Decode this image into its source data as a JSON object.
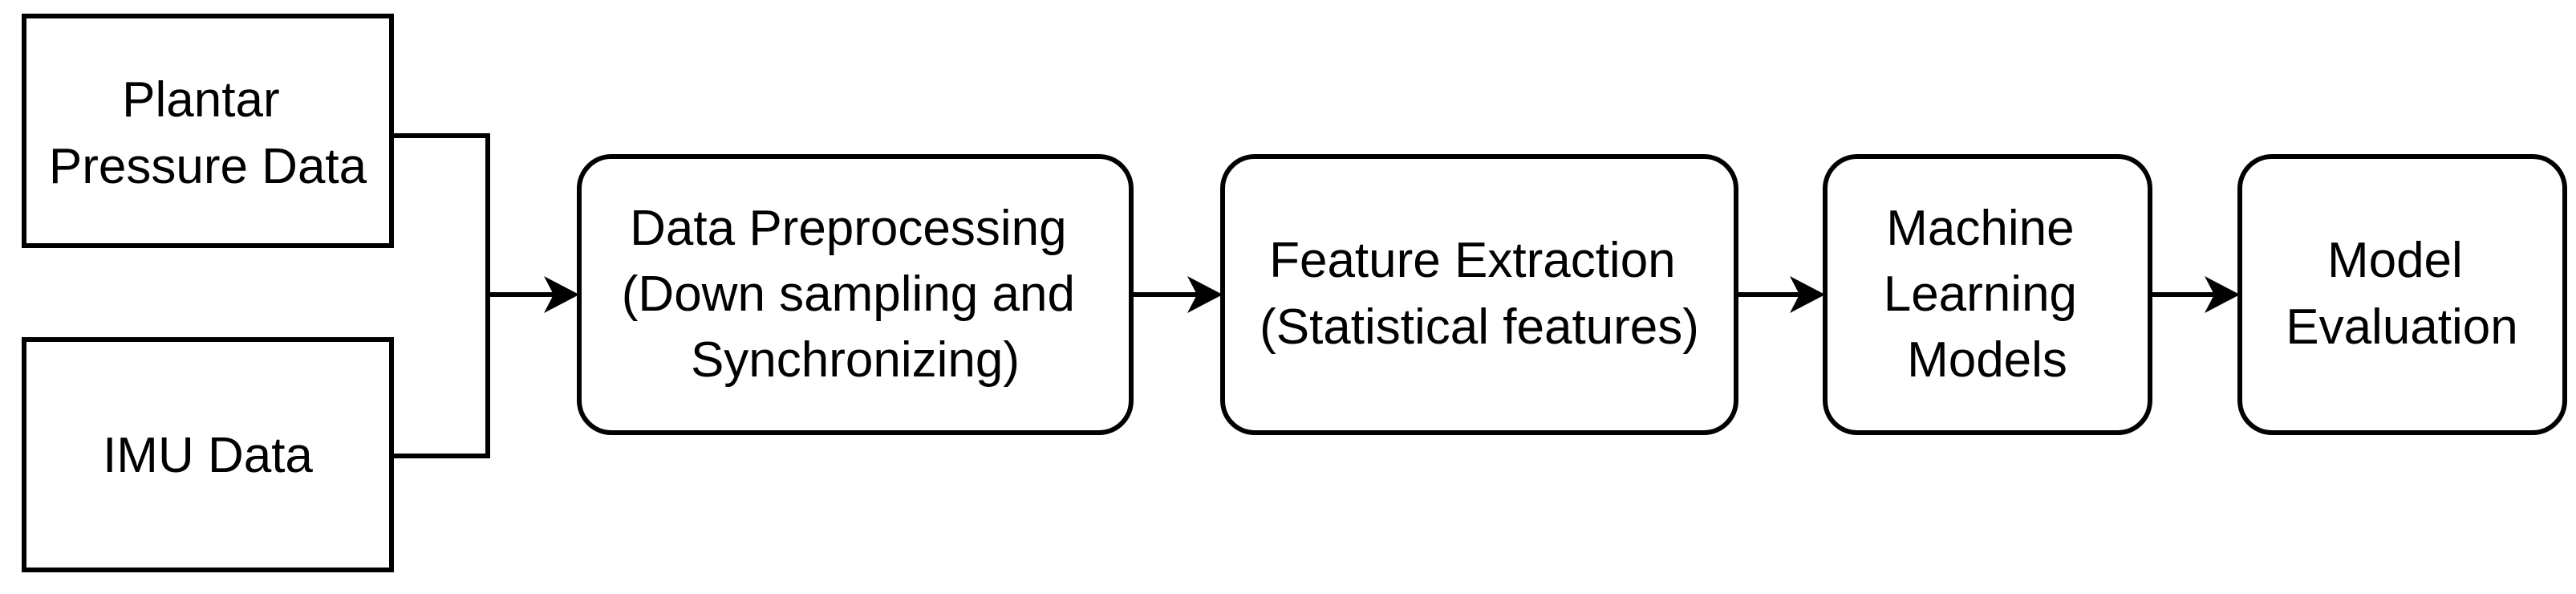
{
  "diagram": {
    "nodes": {
      "plantar": {
        "lines": [
          "Plantar",
          "Pressure Data"
        ]
      },
      "imu": {
        "lines": [
          "IMU Data"
        ]
      },
      "preprocessing": {
        "lines": [
          "Data Preprocessing",
          "(Down sampling and",
          "Synchronizing)"
        ]
      },
      "features": {
        "lines": [
          "Feature Extraction",
          "(Statistical features)"
        ]
      },
      "ml": {
        "lines": [
          "Machine",
          "Learning",
          "Models"
        ]
      },
      "evaluation": {
        "lines": [
          "Model",
          "Evaluation"
        ]
      }
    },
    "edges": [
      {
        "from": "plantar",
        "to": "preprocessing"
      },
      {
        "from": "imu",
        "to": "preprocessing"
      },
      {
        "from": "preprocessing",
        "to": "features"
      },
      {
        "from": "features",
        "to": "ml"
      },
      {
        "from": "ml",
        "to": "evaluation"
      }
    ],
    "colors": {
      "stroke": "#000000",
      "fill": "#ffffff",
      "text": "#000000"
    }
  }
}
